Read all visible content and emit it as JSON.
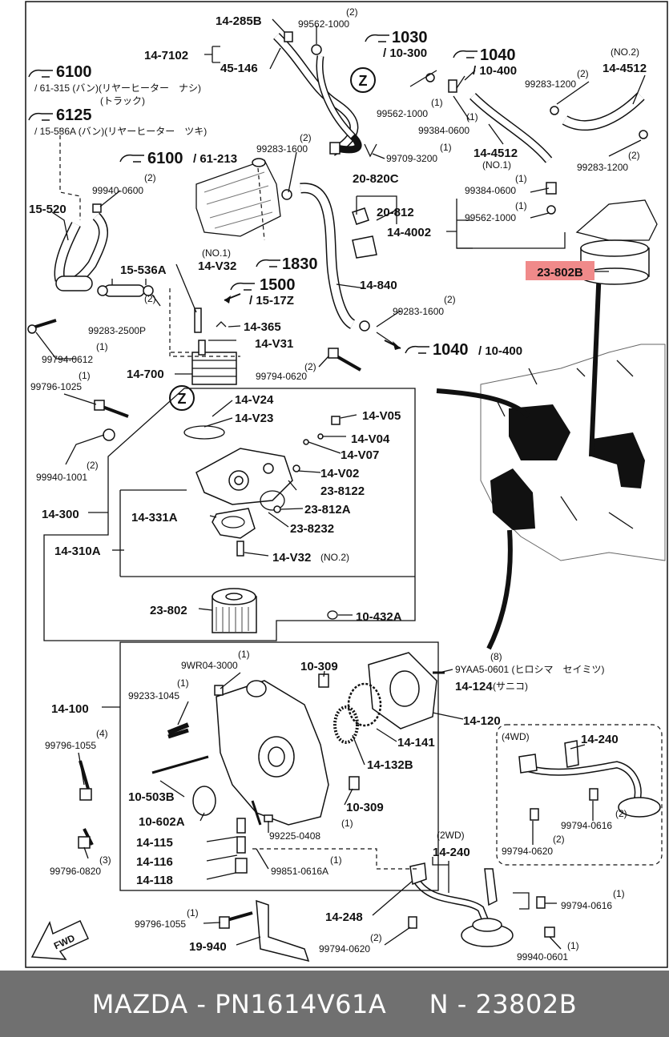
{
  "labels": [
    {
      "id": "14-285b",
      "text": "14-285B",
      "c": "pn"
    },
    {
      "id": "99562-1000-top-qty",
      "text": "(2)",
      "c": "sm"
    },
    {
      "id": "99562-1000-top",
      "text": "99562-1000",
      "c": "sm"
    },
    {
      "id": "14-7102",
      "text": "14-7102",
      "c": "pn"
    },
    {
      "id": "45-146",
      "text": "45-146",
      "c": "pn"
    },
    {
      "id": "ref-1030",
      "text": "1030",
      "c": "big"
    },
    {
      "id": "ref-1030-sub",
      "text": "/ 10-300",
      "c": "pn"
    },
    {
      "id": "ref-1040-top",
      "text": "1040",
      "c": "big"
    },
    {
      "id": "ref-1040-top-sub",
      "text": "/ 10-400",
      "c": "pn"
    },
    {
      "id": "no2",
      "text": "(NO.2)",
      "c": "sm"
    },
    {
      "id": "14-4512-no2",
      "text": "14-4512",
      "c": "pn"
    },
    {
      "id": "99283-1200-top-qty",
      "text": "(2)",
      "c": "sm"
    },
    {
      "id": "99283-1200-top",
      "text": "99283-1200",
      "c": "sm"
    },
    {
      "id": "ref-6100-a",
      "text": "6100",
      "c": "big"
    },
    {
      "id": "ref-6100-a-sub",
      "text": "/ 61-315 (バン)(リヤーヒーター　ナシ)",
      "c": "sm"
    },
    {
      "id": "ref-6100-a-sub2",
      "text": "(トラック)",
      "c": "sm"
    },
    {
      "id": "ref-6125",
      "text": "6125",
      "c": "big"
    },
    {
      "id": "ref-6125-sub",
      "text": "/ 15-536A (バン)(リヤーヒーター　ツキ)",
      "c": "sm"
    },
    {
      "id": "99562-1000-mid-qty",
      "text": "(1)",
      "c": "sm"
    },
    {
      "id": "99562-1000-mid",
      "text": "99562-1000",
      "c": "sm"
    },
    {
      "id": "99384-0600-top-qty",
      "text": "(1)",
      "c": "sm"
    },
    {
      "id": "99384-0600-top",
      "text": "99384-0600",
      "c": "sm"
    },
    {
      "id": "14-4512-no1",
      "text": "14-4512",
      "c": "pn"
    },
    {
      "id": "no1",
      "text": "(NO.1)",
      "c": "sm"
    },
    {
      "id": "99283-1200-mid-qty",
      "text": "(2)",
      "c": "sm"
    },
    {
      "id": "99283-1200-mid",
      "text": "99283-1200",
      "c": "sm"
    },
    {
      "id": "99283-1600-top-qty",
      "text": "(2)",
      "c": "sm"
    },
    {
      "id": "99283-1600-top",
      "text": "99283-1600",
      "c": "sm"
    },
    {
      "id": "99709-3200-qty",
      "text": "(1)",
      "c": "sm"
    },
    {
      "id": "99709-3200",
      "text": "99709-3200",
      "c": "sm"
    },
    {
      "id": "ref-6100-b",
      "text": "6100",
      "c": "big"
    },
    {
      "id": "ref-6100-b-sub",
      "text": "/ 61-213",
      "c": "pn"
    },
    {
      "id": "99940-0600-qty",
      "text": "(2)",
      "c": "sm"
    },
    {
      "id": "99940-0600",
      "text": "99940-0600",
      "c": "sm"
    },
    {
      "id": "20-820c",
      "text": "20-820C",
      "c": "pn"
    },
    {
      "id": "20-812",
      "text": "20-812",
      "c": "pn"
    },
    {
      "id": "99384-0600-r-qty",
      "text": "(1)",
      "c": "sm"
    },
    {
      "id": "99384-0600-r",
      "text": "99384-0600",
      "c": "sm"
    },
    {
      "id": "99562-1000-r-qty",
      "text": "(1)",
      "c": "sm"
    },
    {
      "id": "99562-1000-r",
      "text": "99562-1000",
      "c": "sm"
    },
    {
      "id": "14-4002",
      "text": "14-4002",
      "c": "pn"
    },
    {
      "id": "15-520",
      "text": "15-520",
      "c": "pn"
    },
    {
      "id": "no1-v32",
      "text": "(NO.1)",
      "c": "sm"
    },
    {
      "id": "14-v32-top",
      "text": "14-V32",
      "c": "pn"
    },
    {
      "id": "ref-1830",
      "text": "1830",
      "c": "big"
    },
    {
      "id": "15-536a",
      "text": "15-536A",
      "c": "pn"
    },
    {
      "id": "ref-1500",
      "text": "1500",
      "c": "big"
    },
    {
      "id": "ref-1500-sub",
      "text": "/ 15-17Z",
      "c": "pn"
    },
    {
      "id": "14-840",
      "text": "14-840",
      "c": "pn"
    },
    {
      "id": "99283-2500p-qty",
      "text": "(2)",
      "c": "sm"
    },
    {
      "id": "99283-2500p",
      "text": "99283-2500P",
      "c": "sm"
    },
    {
      "id": "99283-1600-low-qty",
      "text": "(2)",
      "c": "sm"
    },
    {
      "id": "99283-1600-low",
      "text": "99283-1600",
      "c": "sm"
    },
    {
      "id": "14-365",
      "text": "14-365",
      "c": "pn"
    },
    {
      "id": "99794-0612-qty",
      "text": "(1)",
      "c": "sm"
    },
    {
      "id": "99794-0612",
      "text": "99794-0612",
      "c": "sm"
    },
    {
      "id": "14-v31",
      "text": "14-V31",
      "c": "pn"
    },
    {
      "id": "ref-1040-mid",
      "text": "1040",
      "c": "big"
    },
    {
      "id": "ref-1040-mid-sub",
      "text": "/ 10-400",
      "c": "pn"
    },
    {
      "id": "99794-0620-top-qty",
      "text": "(2)",
      "c": "sm"
    },
    {
      "id": "99794-0620-top",
      "text": "99794-0620",
      "c": "sm"
    },
    {
      "id": "14-700",
      "text": "14-700",
      "c": "pn"
    },
    {
      "id": "99796-1025-qty",
      "text": "(1)",
      "c": "sm"
    },
    {
      "id": "99796-1025",
      "text": "99796-1025",
      "c": "sm"
    },
    {
      "id": "14-v24",
      "text": "14-V24",
      "c": "pn"
    },
    {
      "id": "14-v23",
      "text": "14-V23",
      "c": "pn"
    },
    {
      "id": "14-v05",
      "text": "14-V05",
      "c": "pn"
    },
    {
      "id": "14-v04",
      "text": "14-V04",
      "c": "pn"
    },
    {
      "id": "14-v07",
      "text": "14-V07",
      "c": "pn"
    },
    {
      "id": "14-v02",
      "text": "14-V02",
      "c": "pn"
    },
    {
      "id": "99940-1001-qty",
      "text": "(2)",
      "c": "sm"
    },
    {
      "id": "99940-1001",
      "text": "99940-1001",
      "c": "sm"
    },
    {
      "id": "23-8122",
      "text": "23-8122",
      "c": "pn"
    },
    {
      "id": "14-300",
      "text": "14-300",
      "c": "pn"
    },
    {
      "id": "14-331a",
      "text": "14-331A",
      "c": "pn"
    },
    {
      "id": "23-812a",
      "text": "23-812A",
      "c": "pn"
    },
    {
      "id": "23-8232",
      "text": "23-8232",
      "c": "pn"
    },
    {
      "id": "14-310a",
      "text": "14-310A",
      "c": "pn"
    },
    {
      "id": "14-v32-no2",
      "text": "14-V32",
      "c": "pn"
    },
    {
      "id": "no2-v32",
      "text": "(NO.2)",
      "c": "sm"
    },
    {
      "id": "23-802",
      "text": "23-802",
      "c": "pn"
    },
    {
      "id": "10-432a",
      "text": "10-432A",
      "c": "pn"
    },
    {
      "id": "9wr04-3000-qty",
      "text": "(1)",
      "c": "sm"
    },
    {
      "id": "9wr04-3000",
      "text": "9WR04-3000",
      "c": "sm"
    },
    {
      "id": "10-309-a",
      "text": "10-309",
      "c": "pn"
    },
    {
      "id": "9yaa5-qty",
      "text": "(8)",
      "c": "sm"
    },
    {
      "id": "9yaa5-0601",
      "text": "9YAA5-0601 (ヒロシマ　セイミツ)",
      "c": "sm"
    },
    {
      "id": "14-124",
      "text": "14-124",
      "c": "pn"
    },
    {
      "id": "14-124-sub",
      "text": "(サニコ)",
      "c": "sm"
    },
    {
      "id": "99233-1045-qty",
      "text": "(1)",
      "c": "sm"
    },
    {
      "id": "99233-1045",
      "text": "99233-1045",
      "c": "sm"
    },
    {
      "id": "14-100",
      "text": "14-100",
      "c": "pn"
    },
    {
      "id": "14-120",
      "text": "14-120",
      "c": "pn"
    },
    {
      "id": "99796-1055-top-qty",
      "text": "(4)",
      "c": "sm"
    },
    {
      "id": "99796-1055-top",
      "text": "99796-1055",
      "c": "sm"
    },
    {
      "id": "14-141",
      "text": "14-141",
      "c": "pn"
    },
    {
      "id": "4wd",
      "text": "(4WD)",
      "c": "sm"
    },
    {
      "id": "14-240-4wd",
      "text": "14-240",
      "c": "pn"
    },
    {
      "id": "14-132b",
      "text": "14-132B",
      "c": "pn"
    },
    {
      "id": "10-503b",
      "text": "10-503B",
      "c": "pn"
    },
    {
      "id": "10-309-b",
      "text": "10-309",
      "c": "pn"
    },
    {
      "id": "99794-0616-4wd-qty",
      "text": "(2)",
      "c": "sm"
    },
    {
      "id": "99794-0616-4wd",
      "text": "99794-0616",
      "c": "sm"
    },
    {
      "id": "10-602a",
      "text": "10-602A",
      "c": "pn"
    },
    {
      "id": "99225-0408-qty",
      "text": "(1)",
      "c": "sm"
    },
    {
      "id": "99225-0408",
      "text": "99225-0408",
      "c": "sm"
    },
    {
      "id": "99794-0620-4wd-qty",
      "text": "(2)",
      "c": "sm"
    },
    {
      "id": "99794-0620-4wd",
      "text": "99794-0620",
      "c": "sm"
    },
    {
      "id": "14-115",
      "text": "14-115",
      "c": "pn"
    },
    {
      "id": "2wd",
      "text": "(2WD)",
      "c": "sm"
    },
    {
      "id": "14-240-2wd",
      "text": "14-240",
      "c": "pn"
    },
    {
      "id": "14-116",
      "text": "14-116",
      "c": "pn"
    },
    {
      "id": "99851-0616a-qty",
      "text": "(1)",
      "c": "sm"
    },
    {
      "id": "99851-0616a",
      "text": "99851-0616A",
      "c": "sm"
    },
    {
      "id": "99796-0820-qty",
      "text": "(3)",
      "c": "sm"
    },
    {
      "id": "99796-0820",
      "text": "99796-0820",
      "c": "sm"
    },
    {
      "id": "14-118",
      "text": "14-118",
      "c": "pn"
    },
    {
      "id": "99794-0616-2wd-qty",
      "text": "(1)",
      "c": "sm"
    },
    {
      "id": "99794-0616-2wd",
      "text": "99794-0616",
      "c": "sm"
    },
    {
      "id": "14-248",
      "text": "14-248",
      "c": "pn"
    },
    {
      "id": "99796-1055-bot-qty",
      "text": "(1)",
      "c": "sm"
    },
    {
      "id": "99796-1055-bot",
      "text": "99796-1055",
      "c": "sm"
    },
    {
      "id": "99794-0620-2wd-qty",
      "text": "(2)",
      "c": "sm"
    },
    {
      "id": "99794-0620-2wd",
      "text": "99794-0620",
      "c": "sm"
    },
    {
      "id": "19-940",
      "text": "19-940",
      "c": "pn"
    },
    {
      "id": "99940-0601-qty",
      "text": "(1)",
      "c": "sm"
    },
    {
      "id": "99940-0601",
      "text": "99940-0601",
      "c": "sm"
    }
  ],
  "highlight": {
    "text": "23-802B",
    "color": "#f08a8a",
    "text_color": "#c00000"
  },
  "view_marker": "Z",
  "fwd_label": "FWD",
  "footer": {
    "text": "MAZDA - PN1614V61A     N - 23802B",
    "background": "#707070",
    "text_color": "#ffffff"
  }
}
